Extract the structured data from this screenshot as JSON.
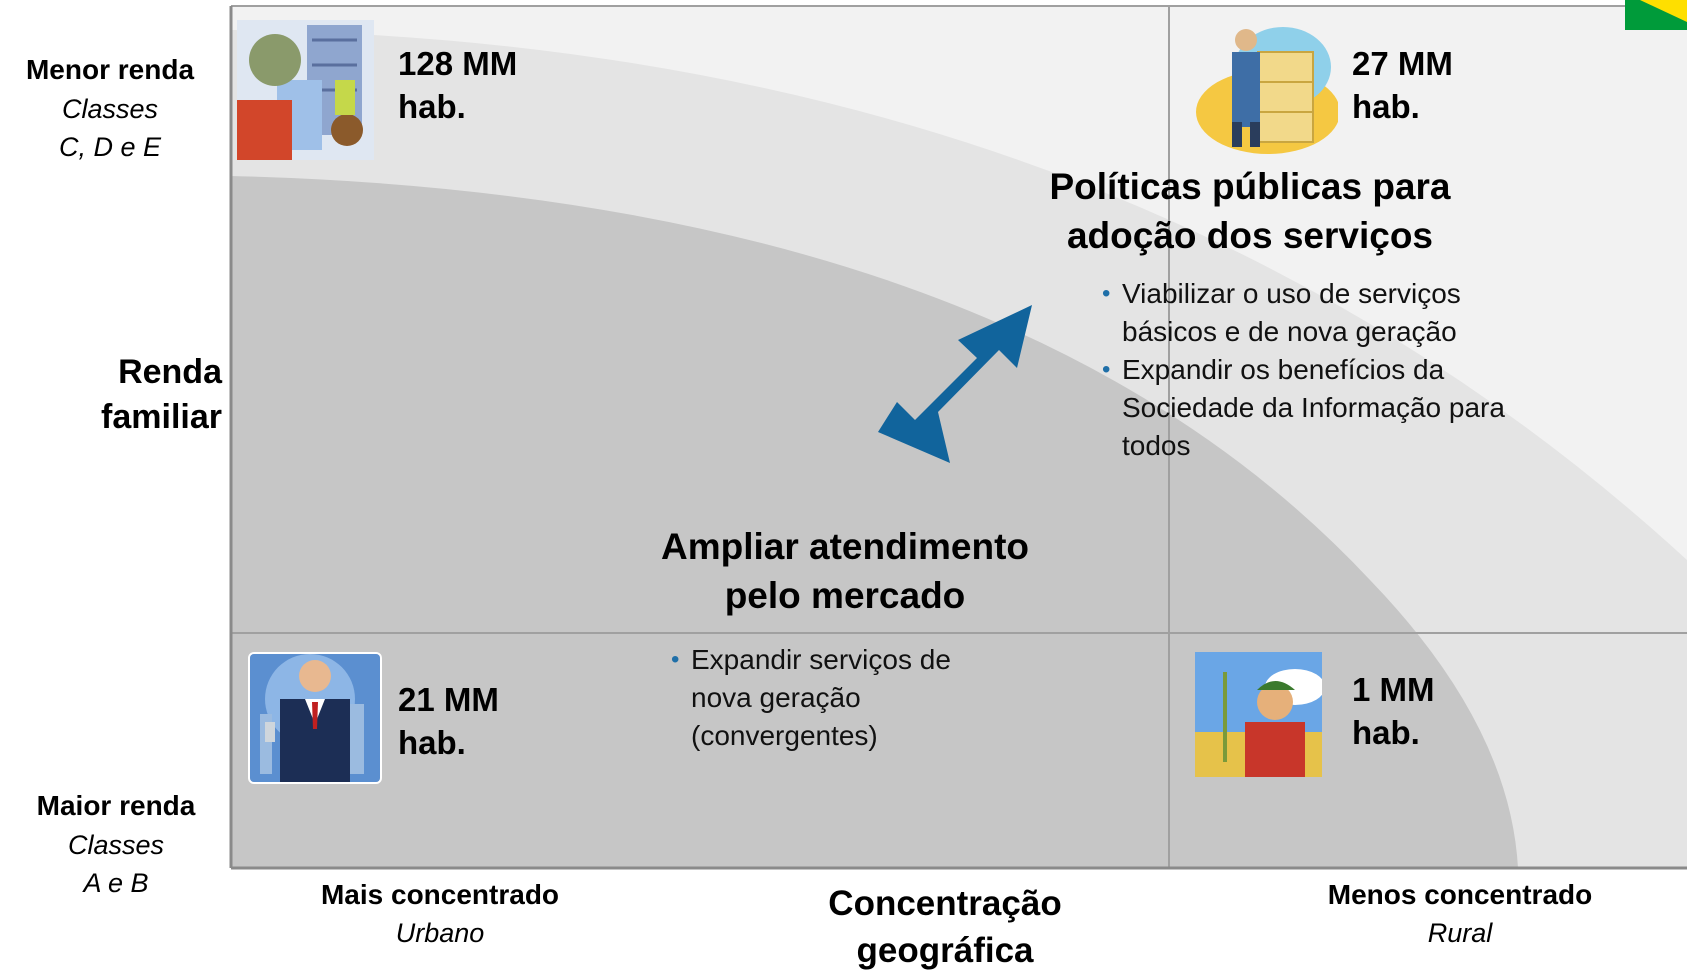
{
  "axes": {
    "y_top": {
      "title": "Menor renda",
      "sub_line1": "Classes",
      "sub_line2": "C, D e E"
    },
    "y_mid": {
      "line1": "Renda",
      "line2": "familiar"
    },
    "y_bottom": {
      "title": "Maior renda",
      "sub_line1": "Classes",
      "sub_line2": "A e B"
    },
    "x_left": {
      "title": "Mais concentrado",
      "sub": "Urbano"
    },
    "x_mid": {
      "line1": "Concentração",
      "line2": "geográfica"
    },
    "x_right": {
      "title": "Menos concentrado",
      "sub": "Rural"
    }
  },
  "quadrants": {
    "top_left": {
      "value": "128 MM",
      "unit": "hab.",
      "icon": "construction-workers-icon"
    },
    "top_right": {
      "value": "27 MM",
      "unit": "hab.",
      "icon": "farmer-hay-icon"
    },
    "bottom_left": {
      "value": "21 MM",
      "unit": "hab.",
      "icon": "businessman-icon"
    },
    "bottom_right": {
      "value": "1 MM",
      "unit": "hab.",
      "icon": "rural-farmer-icon"
    }
  },
  "policies": {
    "heading_line1": "Políticas públicas para",
    "heading_line2": "adoção dos serviços",
    "bullets": [
      {
        "line1": "Viabilizar o uso de serviços",
        "line2": "básicos e de nova geração"
      },
      {
        "line1": "Expandir os benefícios da",
        "line2": "Sociedade da Informação para",
        "line3": "todos"
      }
    ]
  },
  "market": {
    "heading_line1": "Ampliar atendimento",
    "heading_line2": "pelo mercado",
    "bullets": [
      {
        "line1": "Expandir serviços de",
        "line2": "nova geração",
        "line3": "(convergentes)"
      }
    ]
  },
  "colors": {
    "outer_band": "#e6e6e6",
    "inner_area": "#c6c6c6",
    "grid_line": "#a0a0a0",
    "arrow": "#11649c",
    "flag_green": "#009b3a",
    "flag_yellow": "#fedf00"
  }
}
